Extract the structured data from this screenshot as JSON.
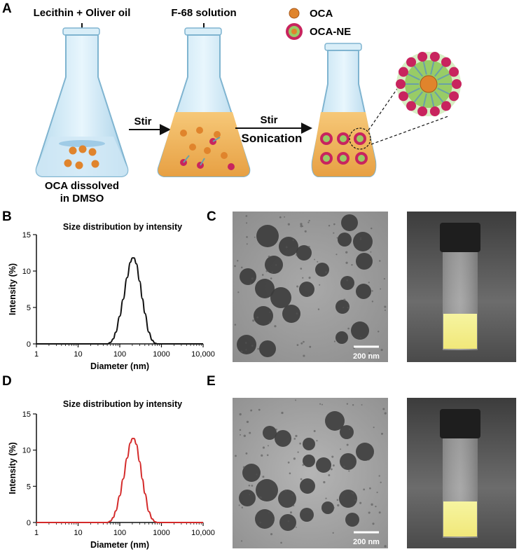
{
  "panel_labels": {
    "a": "A",
    "b": "B",
    "c": "C",
    "d": "D",
    "e": "E"
  },
  "schematic": {
    "reagent_1": "Lecithin + Oliver oil",
    "reagent_2": "F-68 solution",
    "step_1": "Stir",
    "step_2_line1": "Stir",
    "step_2_line2": "Sonication",
    "flask_1_caption_line1": "OCA  dissolved",
    "flask_1_caption_line2": "in DMSO",
    "legend": [
      {
        "label": "OCA",
        "icon": "oca-particle-icon"
      },
      {
        "label": "OCA-NE",
        "icon": "oca-ne-droplet-icon"
      }
    ],
    "colors": {
      "oca": "#e0842c",
      "emulsion": "#f0b85a",
      "lipid_head": "#c8245e",
      "shell": "#98cc66"
    }
  },
  "tem_scale_bar_c": "200 nm",
  "tem_scale_bar_e": "200 nm",
  "chart_data": [
    {
      "type": "line",
      "panel": "B",
      "title": "Size distribution by intensity",
      "xlabel": "Diameter (nm)",
      "ylabel": "Intensity (%)",
      "xscale": "log",
      "xlim": [
        1,
        10000
      ],
      "ylim": [
        0,
        15
      ],
      "xticks": [
        "1",
        "10",
        "100",
        "1000",
        "10,000"
      ],
      "yticks": [
        "0",
        "5",
        "10",
        "15"
      ],
      "line_color": "#111111",
      "series": [
        {
          "x": [
            1,
            50,
            60,
            70,
            80,
            100,
            120,
            150,
            180,
            200,
            220,
            250,
            300,
            350,
            400,
            500,
            600,
            700,
            800,
            10000
          ],
          "values": [
            0,
            0,
            0.2,
            0.7,
            1.6,
            3.8,
            6.1,
            9.1,
            11.2,
            11.8,
            11.8,
            11.0,
            8.6,
            6.2,
            4.2,
            1.6,
            0.5,
            0.1,
            0,
            0
          ]
        }
      ]
    },
    {
      "type": "line",
      "panel": "D",
      "title": "Size distribution by intensity",
      "xlabel": "Diameter (nm)",
      "ylabel": "Intensity (%)",
      "xscale": "log",
      "xlim": [
        1,
        10000
      ],
      "ylim": [
        0,
        15
      ],
      "xticks": [
        "1",
        "10",
        "100",
        "1000",
        "10,000"
      ],
      "yticks": [
        "0",
        "5",
        "10",
        "15"
      ],
      "line_color": "#d42a2a",
      "series": [
        {
          "x": [
            1,
            50,
            60,
            70,
            80,
            100,
            120,
            150,
            180,
            200,
            220,
            250,
            300,
            350,
            400,
            500,
            600,
            700,
            800,
            10000
          ],
          "values": [
            0,
            0,
            0.2,
            0.7,
            1.6,
            3.7,
            6.0,
            8.9,
            11.0,
            11.6,
            11.6,
            10.8,
            8.4,
            6.0,
            4.0,
            1.5,
            0.5,
            0.1,
            0,
            0
          ]
        }
      ]
    }
  ]
}
